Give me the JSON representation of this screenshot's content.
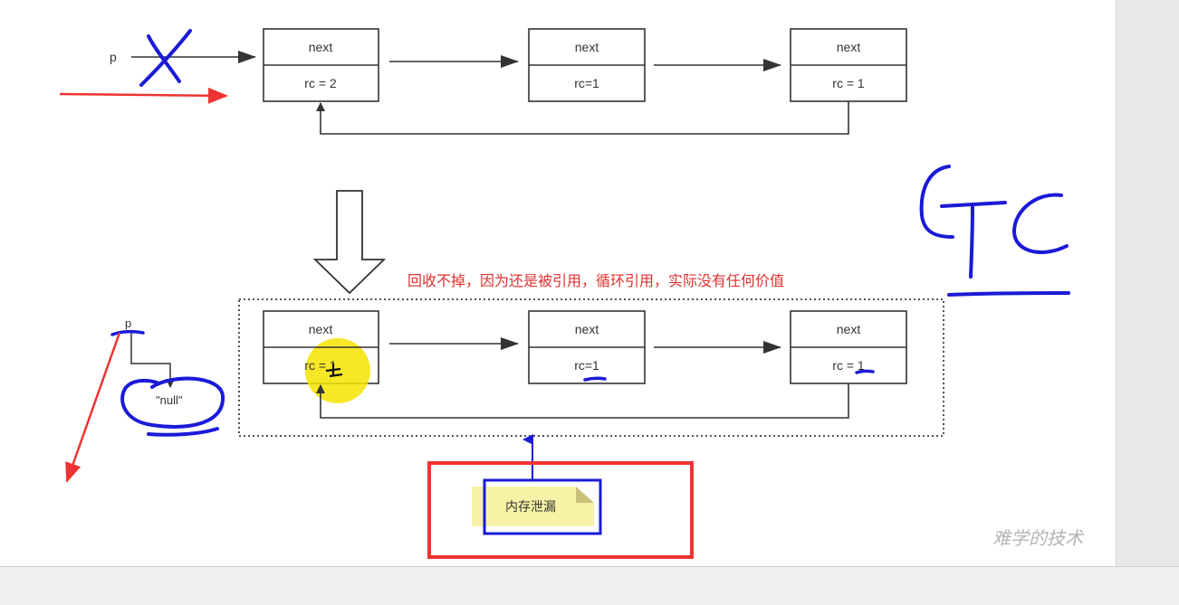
{
  "top_diagram": {
    "pointer_label": "p",
    "nodes": [
      {
        "next_label": "next",
        "rc_label": "rc = 2"
      },
      {
        "next_label": "next",
        "rc_label": "rc=1"
      },
      {
        "next_label": "next",
        "rc_label": "rc = 1"
      }
    ]
  },
  "bottom_diagram": {
    "pointer_label": "p",
    "null_label": "\"null\"",
    "nodes": [
      {
        "next_label": "next",
        "rc_label": "rc = 1"
      },
      {
        "next_label": "next",
        "rc_label": "rc=1"
      },
      {
        "next_label": "next",
        "rc_label": "rc = 1"
      }
    ]
  },
  "annotation": "回收不掉，因为还是被引用，循环引用，实际没有任何价值",
  "sticky_note": "内存泄漏",
  "handwritten": "GC",
  "watermark": "难学的技术",
  "colors": {
    "box_border": "#333333",
    "annotation_red": "#e03030",
    "ink_blue": "#1a1ad8",
    "marker_red": "#ee3333",
    "highlight_yellow": "#f5e400",
    "sticky_yellow": "#f7f3a6"
  }
}
